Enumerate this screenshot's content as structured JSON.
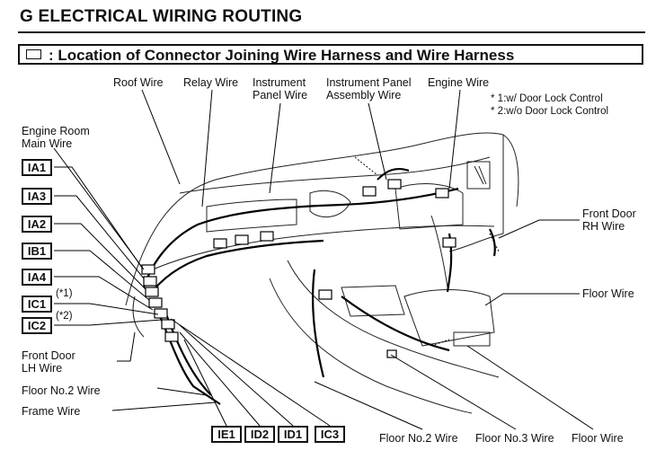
{
  "header": {
    "title": "G  ELECTRICAL WIRING ROUTING",
    "subtitle": ": Location of Connector Joining Wire Harness and Wire Harness"
  },
  "labels": {
    "roof_wire": "Roof Wire",
    "relay_wire": "Relay Wire",
    "instrument_panel_wire": [
      "Instrument",
      "Panel Wire"
    ],
    "instrument_panel_assembly_wire": [
      "Instrument Panel",
      "Assembly Wire"
    ],
    "engine_wire": "Engine Wire",
    "note_1": "* 1:w/ Door Lock Control",
    "note_2": "* 2:w/o Door Lock Control",
    "engine_room_main_wire": [
      "Engine Room",
      "Main Wire"
    ],
    "front_door_rh_wire": [
      "Front Door",
      "RH Wire"
    ],
    "floor_wire": "Floor Wire",
    "front_door_lh_wire": [
      "Front Door",
      "LH Wire"
    ],
    "floor_no2_wire_left": "Floor No.2 Wire",
    "frame_wire": "Frame Wire",
    "floor_no2_wire_bottom": "Floor No.2 Wire",
    "floor_no3_wire": "Floor No.3 Wire",
    "floor_wire_bottom": "Floor Wire"
  },
  "connectors": {
    "ia1": "IA1",
    "ia3": "IA3",
    "ia2": "IA2",
    "ib1": "IB1",
    "ia4": "IA4",
    "ic1": "IC1",
    "ic2": "IC2",
    "ie1": "IE1",
    "id2": "ID2",
    "id1": "ID1",
    "ic3": "IC3",
    "ic1_note": "(*1)",
    "ic2_note": "(*2)"
  }
}
